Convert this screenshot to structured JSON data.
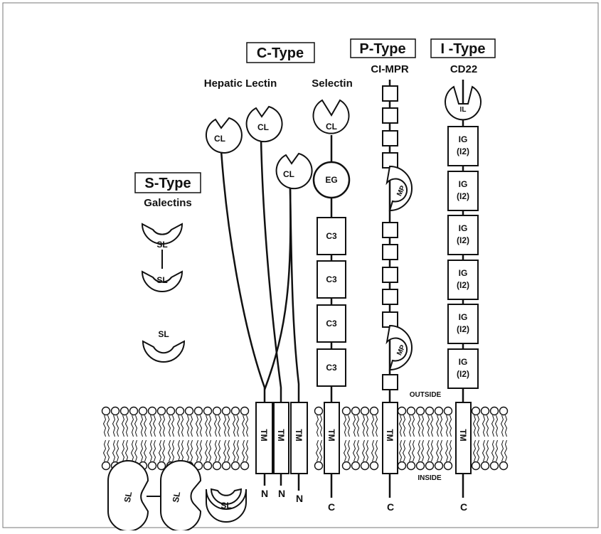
{
  "headers": {
    "s_type": "S-Type",
    "c_type": "C-Type",
    "p_type": "P-Type",
    "i_type": "I -Type"
  },
  "subtitles": {
    "galectins": "Galectins",
    "hepatic_lectin": "Hepatic Lectin",
    "selectin": "Selectin",
    "ci_mpr": "CI-MPR",
    "cd22": "CD22"
  },
  "domains": {
    "sl": "SL",
    "cl": "CL",
    "eg": "EG",
    "c3": "C3",
    "mp": "MP",
    "il": "IL",
    "ig": "IG",
    "i2": "(I2)",
    "tm": "TM"
  },
  "membrane": {
    "outside": "OUTSIDE",
    "inside": "INSIDE"
  },
  "termini": {
    "n": "N",
    "c": "C"
  }
}
